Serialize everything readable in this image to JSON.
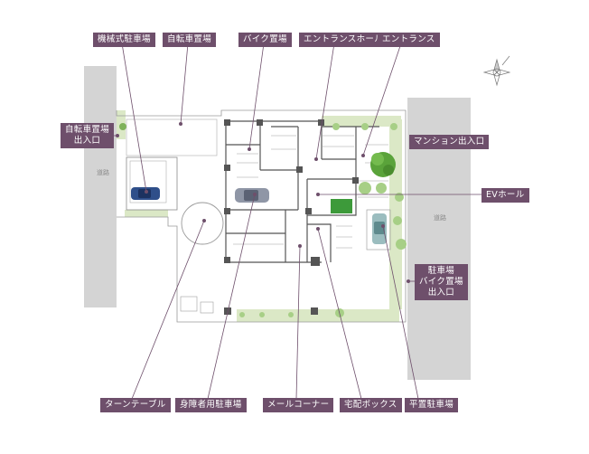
{
  "labels": {
    "mechanical_parking": "機械式駐車場",
    "bicycle_parking": "自転車置場",
    "bike_parking": "バイク置場",
    "entrance_hall": "エントランスホール",
    "entrance": "エントランス",
    "bicycle_gate": "自転車置場\n出入口",
    "mansion_gate": "マンション出入口",
    "ev_hall": "EVホール",
    "parking_gate": "駐車場\nバイク置場\n出入口",
    "turntable": "ターンテーブル",
    "accessible_parking": "身障者用駐車場",
    "mail_corner": "メールコーナー",
    "delivery_box": "宅配ボックス",
    "flat_parking": "平置駐車場"
  },
  "roads": {
    "left": "道路",
    "right": "道路"
  },
  "colors": {
    "label_bg": "#6e4f6b",
    "road": "#d4d4d4",
    "green": "#c9dfb0",
    "tree": "#5aa33a",
    "wall": "#555555"
  }
}
